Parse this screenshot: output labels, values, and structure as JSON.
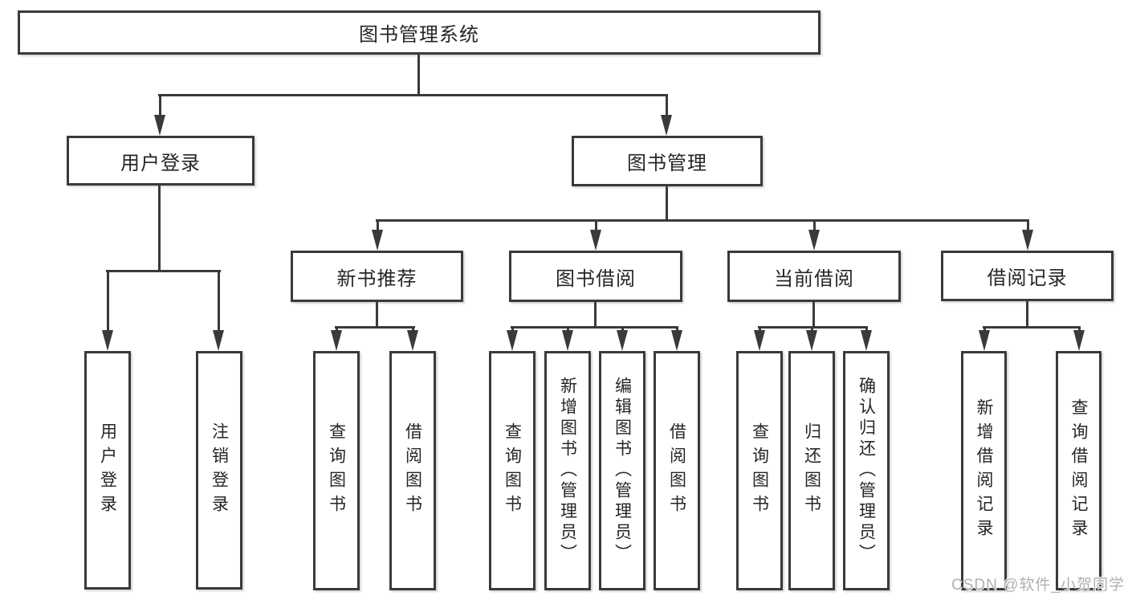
{
  "title": "图书管理系统",
  "nodes": {
    "root": "图书管理系统",
    "user_login": "用户登录",
    "book_management": "图书管理",
    "new_book_recommend": "新书推荐",
    "book_borrowing": "图书借阅",
    "current_borrowing": "当前借阅",
    "borrowing_records": "借阅记录",
    "leaf_user_login": "用户登录",
    "leaf_logout": "注销登录",
    "leaf_query_books_recommend": "查询图书",
    "leaf_borrow_books_recommend": "借阅图书",
    "leaf_query_books_borrowing": "查询图书",
    "leaf_add_books_admin": "新增图书（管理员）",
    "leaf_edit_books_admin": "编辑图书（管理员）",
    "leaf_borrow_books_borrowing": "借阅图书",
    "leaf_query_books_current": "查询图书",
    "leaf_return_books": "归还图书",
    "leaf_confirm_return_admin": "确认归还（管理员）",
    "leaf_add_borrowing_record": "新增借阅记录",
    "leaf_query_borrowing_record": "查询借阅记录"
  },
  "watermark": "CSDN @软件_小贺同学",
  "colors": {
    "line": "#3a3a3a",
    "box-fill": "#ffffff",
    "text": "#262626",
    "watermark": "#b0b0b0"
  }
}
